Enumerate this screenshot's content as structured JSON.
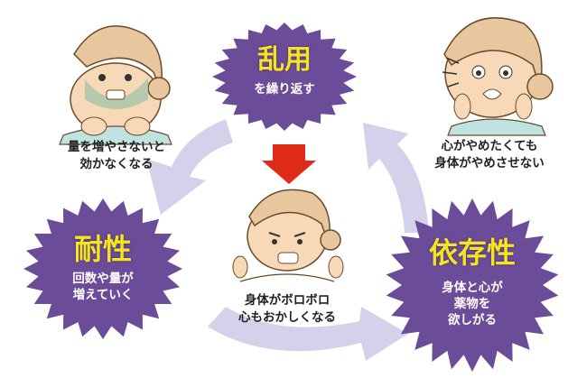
{
  "colors": {
    "badge": "#6b4c99",
    "cycle_arrow": "#d4d2ea",
    "down_arrow": "#e02a18",
    "badge_title": "#f6e51d",
    "badge_text": "#ffffff"
  },
  "badges": {
    "abuse": {
      "title": "乱用",
      "sub": "を繰り返す"
    },
    "tolerance": {
      "title": "耐性",
      "sub_lines": [
        "回数や量が",
        "増えていく"
      ]
    },
    "dependence": {
      "title": "依存性",
      "sub_lines": [
        "身体と心が",
        "薬物を",
        "欲しがる"
      ]
    }
  },
  "captions": {
    "top_left": [
      "量を増やさないと",
      "効かなくなる"
    ],
    "top_right": [
      "心がやめたくても",
      "身体がやめさせない"
    ],
    "center": [
      "身体がボロボロ",
      "心もおかしくなる"
    ]
  },
  "figures": [
    "anxious-woman-figure",
    "crying-woman-figure",
    "distressed-woman-figure"
  ]
}
